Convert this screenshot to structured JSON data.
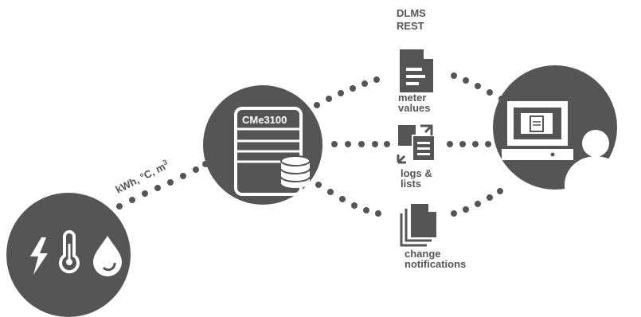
{
  "protocols": [
    "DLMS",
    "REST"
  ],
  "device": {
    "name": "CMe3100"
  },
  "units": {
    "base": "kWh, °C, m",
    "exponent": "3"
  },
  "data_types": [
    {
      "lines": [
        "meter",
        "values"
      ],
      "icon": "document-icon"
    },
    {
      "lines": [
        "logs &",
        "lists"
      ],
      "icon": "exchange-list-icon"
    },
    {
      "lines": [
        "change",
        "notifications"
      ],
      "icon": "stacked-documents-icon"
    }
  ],
  "icons": {
    "sensors": [
      "lightning-icon",
      "thermometer-icon",
      "water-drop-icon"
    ],
    "device": "database-icon",
    "client": [
      "computer-icon",
      "user-icon"
    ]
  },
  "colors": {
    "primary": "#555555",
    "background": "#ffffff"
  }
}
